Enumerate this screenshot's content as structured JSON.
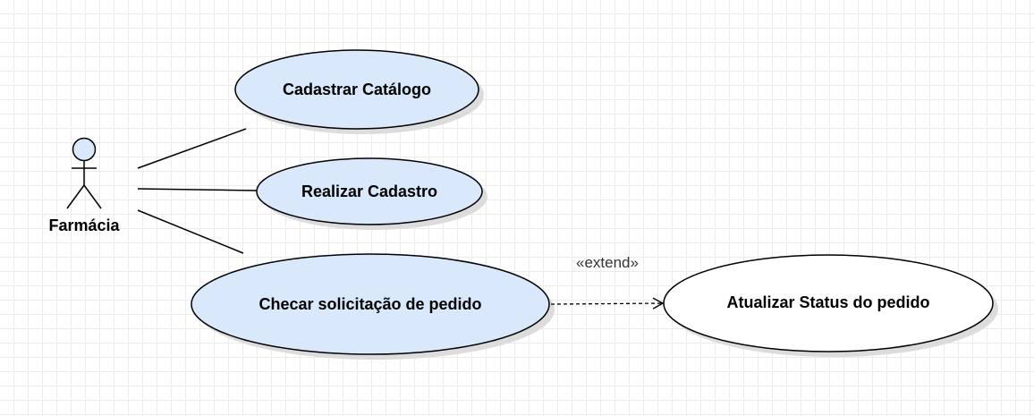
{
  "actor": {
    "name": "Farmácia",
    "fill": "#dae8fc"
  },
  "use_cases": {
    "cadastrar_catalogo": "Cadastrar Catálogo",
    "realizar_cadastro": "Realizar Cadastro",
    "checar_solicitacao": "Checar solicitação de pedido",
    "atualizar_status": "Atualizar Status do pedido"
  },
  "relations": {
    "extend_label": "«extend»"
  },
  "colors": {
    "use_case_fill": "#dae8fc",
    "extension_fill": "#ffffff",
    "stroke": "#000000",
    "shadow": "#dcdcdc"
  }
}
